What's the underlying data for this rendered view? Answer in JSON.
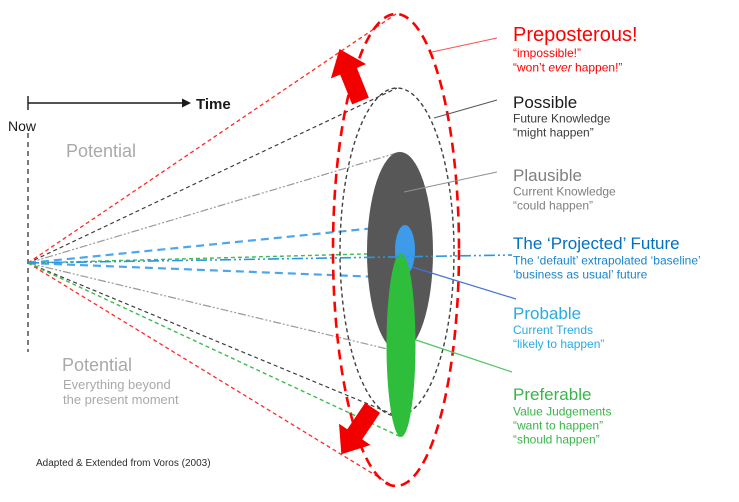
{
  "axis": {
    "now_label": "Now",
    "time_label": "Time"
  },
  "regions": {
    "potential_upper": {
      "title": "Potential"
    },
    "potential_lower": {
      "title": "Potential",
      "sub1": "Everything beyond",
      "sub2": "the present moment"
    }
  },
  "cone": {
    "preposterous": {
      "title": "Preposterous!",
      "sub1": "“impossible!”",
      "sub2_pre": "“won’t ",
      "sub2_em": "ever",
      "sub2_post": " happen!”",
      "color": "#FF0000"
    },
    "possible": {
      "title": "Possible",
      "sub1": "Future Knowledge",
      "sub2": "“might happen”",
      "color": "#1A1A1A"
    },
    "plausible": {
      "title": "Plausible",
      "sub1": "Current Knowledge",
      "sub2": "“could happen”",
      "color": "#7F7F7F"
    },
    "projected": {
      "title": "The ‘Projected’ Future",
      "sub1": "The ‘default’ extrapolated ‘baseline’",
      "sub2": "‘business as usual’ future",
      "color": "#0070C0"
    },
    "probable": {
      "title": "Probable",
      "sub1": "Current Trends",
      "sub2": "“likely to happen”",
      "color": "#29ABE2"
    },
    "preferable": {
      "title": "Preferable",
      "sub1": "Value Judgements",
      "sub2": "“want to happen”",
      "sub3": "“should happen”",
      "color": "#39B549"
    }
  },
  "colors": {
    "preposterous_red": "#FF0000",
    "possible_black": "#404040",
    "plausible_gray": "#575757",
    "probable_blue": "#3D9BEA",
    "projected_line_blue": "#2E96DC",
    "preferable_green": "#2EBE3C",
    "potential_gray": "#A9A9A9"
  },
  "credit": "Adapted & Extended  from Voros (2003)"
}
